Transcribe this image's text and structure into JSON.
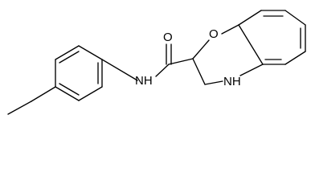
{
  "molecule": {
    "atoms": {
      "carbonyl_oxygen": "O",
      "ring_oxygen": "O",
      "amide_nitrogen": "NH",
      "ring_nitrogen": "NH"
    }
  }
}
